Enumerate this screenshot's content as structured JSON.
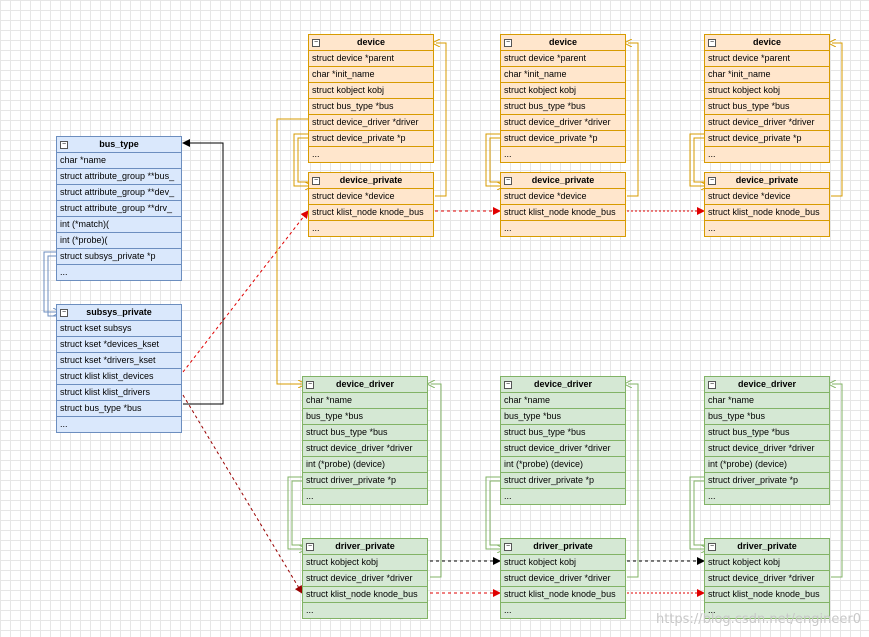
{
  "bus_type": {
    "title": "bus_type",
    "rows": [
      "char            *name",
      "struct attribute_group **bus_",
      "struct attribute_group **dev_",
      "struct attribute_group **drv_",
      "int (*match)(",
      "int (*probe)(",
      "struct subsys_private *p",
      "..."
    ]
  },
  "subsys_private": {
    "title": "subsys_private",
    "rows": [
      "struct kset subsys",
      "struct kset *devices_kset",
      "struct kset *drivers_kset",
      "struct klist klist_devices",
      "struct klist klist_drivers",
      "struct bus_type *bus",
      "..."
    ]
  },
  "device": {
    "title": "device",
    "rows": [
      "struct device      *parent",
      "char     *init_name",
      "struct kobject kobj",
      "struct bus_type    *bus",
      "struct device_driver *driver",
      "struct device_private  *p",
      "..."
    ]
  },
  "device_private": {
    "title": "device_private",
    "rows": [
      "struct device *device",
      "struct klist_node knode_bus",
      "..."
    ]
  },
  "device_driver": {
    "title": "device_driver",
    "rows": [
      "char     *name",
      "bus_type        *bus",
      "struct bus_type    *bus",
      "struct device_driver *driver",
      "int (*probe) (device)",
      "struct driver_private *p",
      "..."
    ]
  },
  "driver_private": {
    "title": "driver_private",
    "rows": [
      "struct kobject kobj",
      "struct device_driver *driver",
      "struct klist_node knode_bus",
      "..."
    ]
  },
  "collapse_glyph": "−",
  "watermark": "https://blog.csdn.net/engineer0",
  "colors": {
    "blue_fill": "#dae8fc",
    "blue_stroke": "#6c8ebf",
    "orange_fill": "#ffe6cc",
    "orange_stroke": "#d79b00",
    "green_fill": "#d5e8d4",
    "green_stroke": "#82b366",
    "red_link": "#e00000",
    "dark_red_link": "#990000",
    "black_link": "#000000"
  }
}
